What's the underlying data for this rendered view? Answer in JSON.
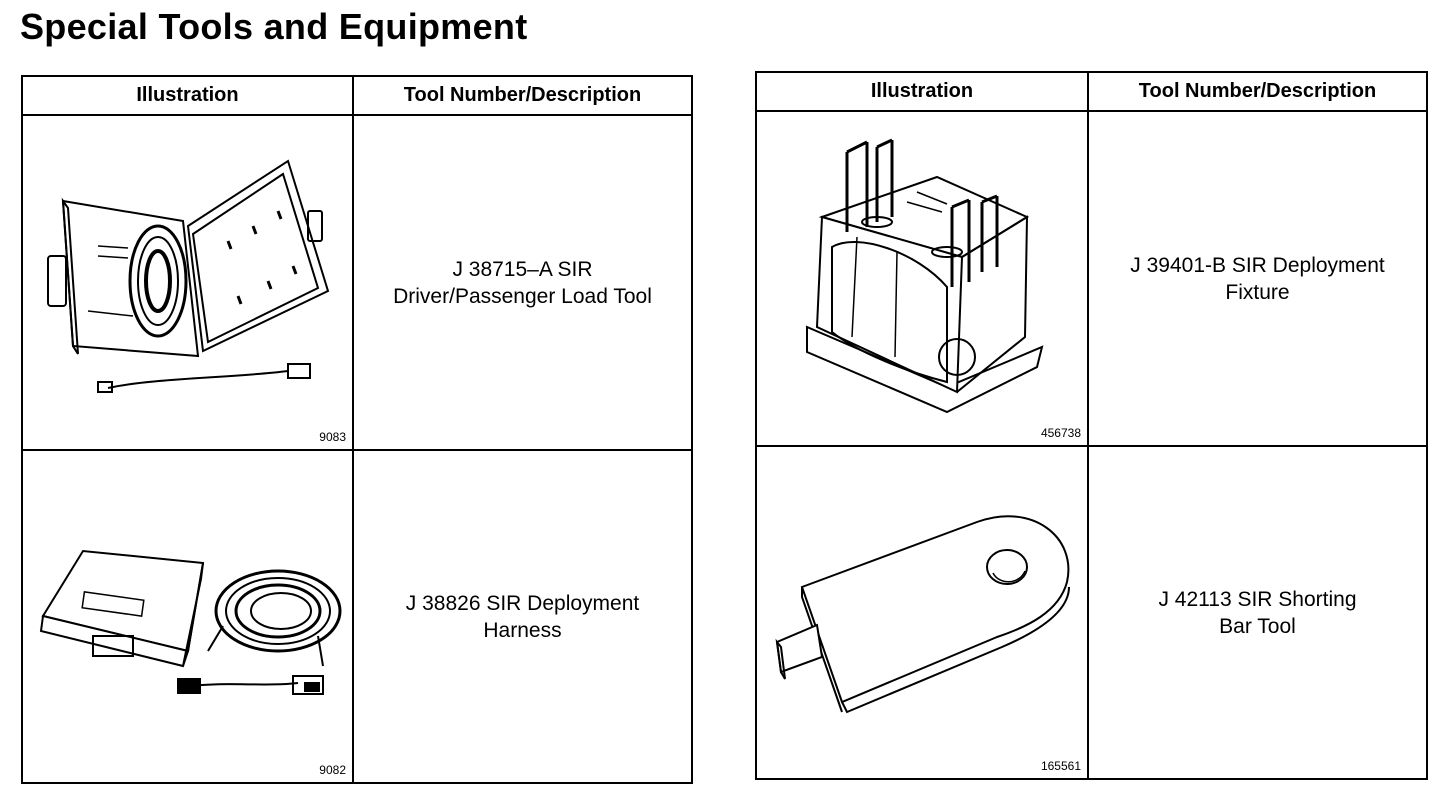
{
  "title": "Special Tools and Equipment",
  "headers": {
    "illustration": "Illustration",
    "description": "Tool Number/Description"
  },
  "tables": [
    {
      "rows": [
        {
          "figure_number": "9083",
          "icon": "load-tool-case-icon",
          "desc_line1": "J 38715–A SIR",
          "desc_line2": "Driver/Passenger Load Tool"
        },
        {
          "figure_number": "9082",
          "icon": "deployment-harness-icon",
          "desc_line1": "J 38826 SIR Deployment",
          "desc_line2": "Harness"
        }
      ]
    },
    {
      "rows": [
        {
          "figure_number": "456738",
          "icon": "deployment-fixture-icon",
          "desc_line1": "J 39401-B SIR Deployment",
          "desc_line2": "Fixture"
        },
        {
          "figure_number": "165561",
          "icon": "shorting-bar-icon",
          "desc_line1": "J 42113 SIR Shorting",
          "desc_line2": "Bar Tool"
        }
      ]
    }
  ]
}
